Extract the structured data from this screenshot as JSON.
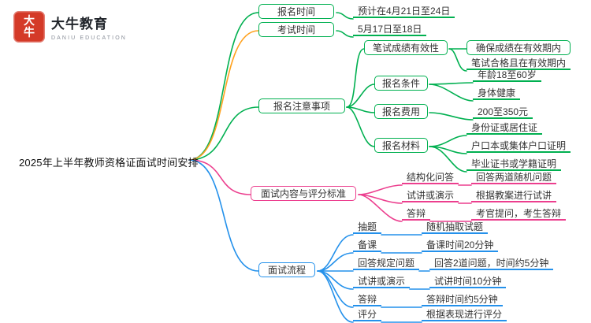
{
  "logo": {
    "seal_char1": "大",
    "seal_char2": "牛",
    "brand": "大牛教育",
    "brand_sub": "DANIU EDUCATION"
  },
  "root": "2025年上半年教师资格证面试时间安排",
  "b1": {
    "label": "报名时间",
    "value": "预计在4月21日至24日"
  },
  "b2": {
    "label": "考试时间",
    "value": "5月17日至18日"
  },
  "b3": {
    "label": "报名注意事项",
    "c1": {
      "label": "笔试成绩有效性",
      "v1": "确保成绩在有效期内",
      "v2": "笔试合格且在有效期内"
    },
    "c2": {
      "label": "报名条件",
      "v1": "年龄18至60岁",
      "v2": "身体健康"
    },
    "c3": {
      "label": "报名费用",
      "v1": "200至350元"
    },
    "c4": {
      "label": "报名材料",
      "v1": "身份证或居住证",
      "v2": "户口本或集体户口证明",
      "v3": "毕业证书或学籍证明"
    }
  },
  "b4": {
    "label": "面试内容与评分标准",
    "c1": {
      "label": "结构化问答",
      "v": "回答两道随机问题"
    },
    "c2": {
      "label": "试讲或演示",
      "v": "根据教案进行试讲"
    },
    "c3": {
      "label": "答辩",
      "v": "考官提问，考生答辩"
    }
  },
  "b5": {
    "label": "面试流程",
    "c1": {
      "label": "抽题",
      "v": "随机抽取试题"
    },
    "c2": {
      "label": "备课",
      "v": "备课时间20分钟"
    },
    "c3": {
      "label": "回答规定问题",
      "v": "回答2道问题，时间约5分钟"
    },
    "c4": {
      "label": "试讲或演示",
      "v": "试讲时间10分钟"
    },
    "c5": {
      "label": "答辩",
      "v": "答辩时间约5分钟"
    },
    "c6": {
      "label": "评分",
      "v": "根据表现进行评分"
    }
  },
  "colors": {
    "green": "#00b050",
    "orange": "#ffa21f",
    "pink": "#ec3e8e",
    "blue": "#2491eb",
    "red": "#d43a28"
  }
}
